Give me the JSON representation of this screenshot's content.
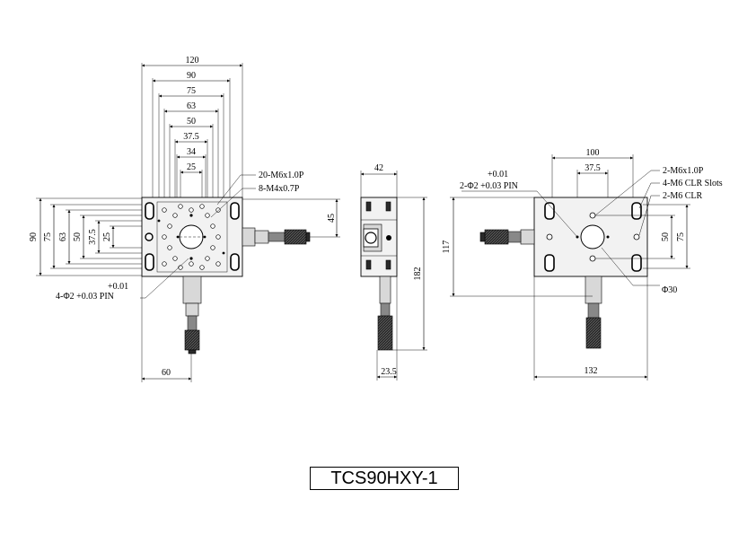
{
  "model": "TCS90HXY-1",
  "top_view": {
    "horizontal_dims": [
      "120",
      "90",
      "75",
      "63",
      "50",
      "37.5",
      "34",
      "25"
    ],
    "vertical_dims": [
      "90",
      "75",
      "63",
      "50",
      "37.5",
      "25"
    ],
    "right_dim": "45",
    "bottom_dim": "60",
    "callout_m6": "20-M6x1.0P",
    "callout_m4": "8-M4x0.7P",
    "pin_tol": "+0.01",
    "pin_label": "4-Φ2 +0.03 PIN"
  },
  "side_view": {
    "top_dim": "42",
    "height_dim": "182",
    "bottom_dim": "23.5"
  },
  "bottom_view": {
    "top_dim_outer": "100",
    "top_dim_inner": "37.5",
    "pin_tol": "+0.01",
    "pin_label": "2-Φ2 +0.03 PIN",
    "callout_1": "2-M6x1.0P",
    "callout_2": "4-M6 CLR Slots",
    "callout_3": "2-M6 CLR",
    "height_dim": "117",
    "dim_50": "50",
    "dim_75": "75",
    "hole_dia": "Φ30",
    "bottom_dim": "132"
  }
}
